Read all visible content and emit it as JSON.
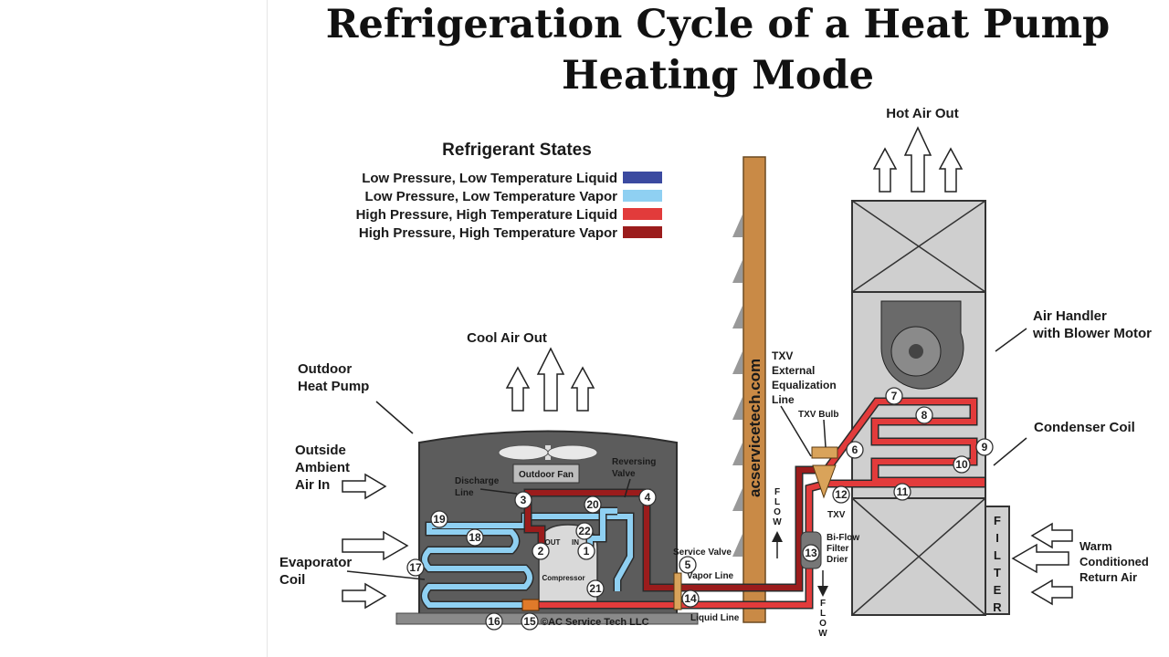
{
  "title": {
    "line1": "Refrigeration Cycle of a Heat Pump",
    "line2": "Heating Mode"
  },
  "legend": {
    "heading": "Refrigerant States",
    "items": [
      {
        "label": "Low Pressure, Low Temperature Liquid",
        "color": "#3b4aa0"
      },
      {
        "label": "Low Pressure, Low Temperature Vapor",
        "color": "#8fd0f2"
      },
      {
        "label": "High Pressure, High Temperature Liquid",
        "color": "#e23b3b"
      },
      {
        "label": "High Pressure, High Temperature Vapor",
        "color": "#9b1c1c"
      }
    ]
  },
  "labels": {
    "hot_air_out": "Hot Air Out",
    "cool_air_out": "Cool Air Out",
    "outdoor_heat_pump_1": "Outdoor",
    "outdoor_heat_pump_2": "Heat Pump",
    "outside_air_1": "Outside",
    "outside_air_2": "Ambient",
    "outside_air_3": "Air In",
    "evaporator_1": "Evaporator",
    "evaporator_2": "Coil",
    "air_handler_1": "Air Handler",
    "air_handler_2": "with Blower Motor",
    "condenser_coil": "Condenser Coil",
    "warm_return_1": "Warm",
    "warm_return_2": "Conditioned",
    "warm_return_3": "Return Air",
    "txv_ext_1": "TXV",
    "txv_ext_2": "External",
    "txv_ext_3": "Equalization",
    "txv_ext_4": "Line",
    "txv_bulb": "TXV Bulb",
    "txv": "TXV",
    "biflow_1": "Bi-Flow",
    "biflow_2": "Filter",
    "biflow_3": "Drier",
    "service_valve": "Service Valve",
    "vapor_line": "Vapor Line",
    "liquid_line": "Liquid Line",
    "discharge_1": "Discharge",
    "discharge_2": "Line",
    "reversing_1": "Reversing",
    "reversing_2": "Valve",
    "outdoor_fan": "Outdoor Fan",
    "compressor": "Compressor",
    "out": "OUT",
    "in": "IN",
    "filter": "FILTER",
    "flow": "FLOW",
    "watermark": "acservicetech.com",
    "copyright": "©AC Service Tech LLC"
  },
  "points": [
    "1",
    "2",
    "3",
    "4",
    "5",
    "6",
    "7",
    "8",
    "9",
    "10",
    "11",
    "12",
    "13",
    "14",
    "15",
    "16",
    "17",
    "18",
    "19",
    "20",
    "21",
    "22"
  ]
}
